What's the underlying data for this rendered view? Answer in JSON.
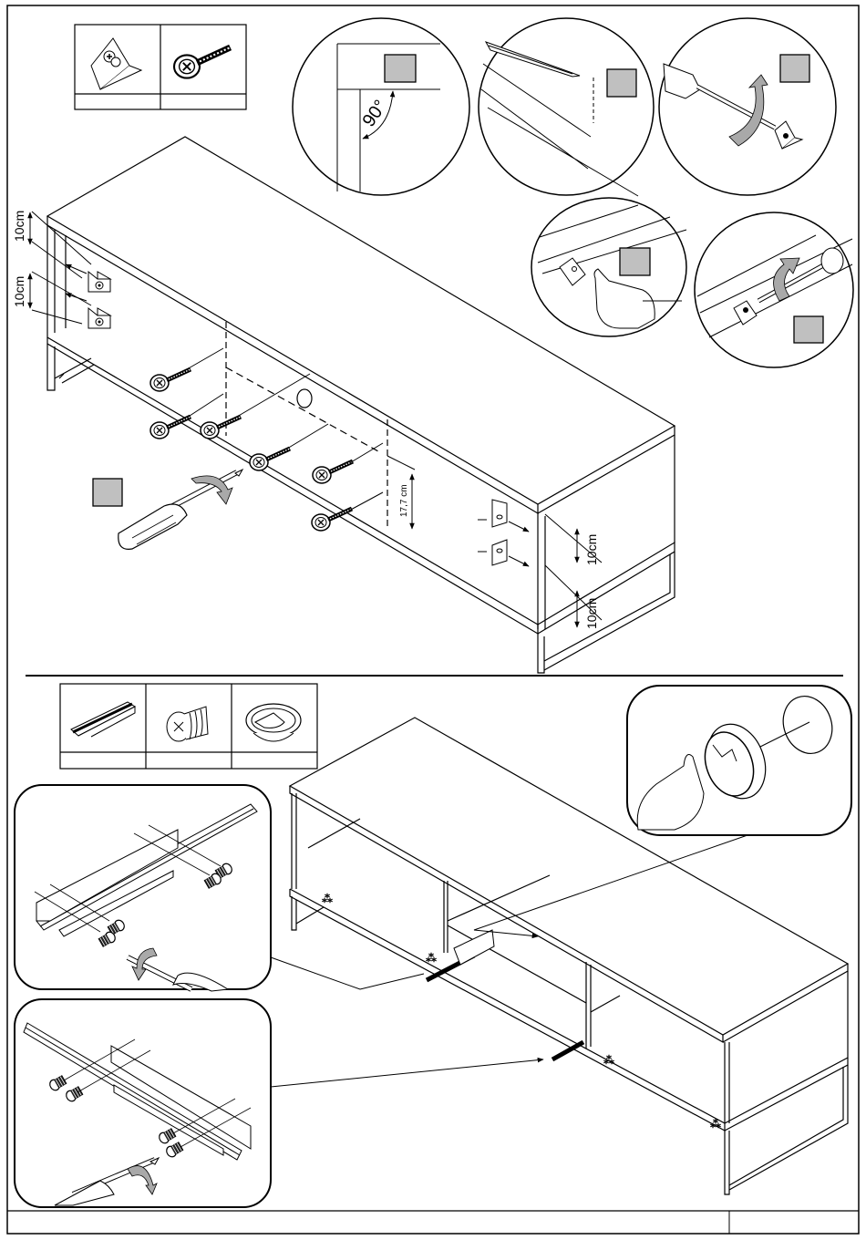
{
  "page": {
    "type": "assembly-instructions",
    "theme": {
      "line": "#000000",
      "step_marker_fill": "#c0c0c0",
      "arrow_fill": "#a9a9a9",
      "paper": "#ffffff"
    }
  },
  "step1": {
    "parts_table": {
      "parts": [
        {
          "icon": "corner-bracket-icon",
          "quantity": ""
        },
        {
          "icon": "wood-screw-icon",
          "quantity": ""
        }
      ]
    },
    "details": [
      {
        "name": "square-check",
        "label": "90°"
      },
      {
        "name": "mark-line",
        "label": ""
      },
      {
        "name": "screw-bracket",
        "label": ""
      },
      {
        "name": "press-bracket",
        "label": ""
      },
      {
        "name": "tighten-bracket",
        "label": ""
      }
    ],
    "dimensions": {
      "left_top": "10cm",
      "left_bottom": "10cm",
      "shelf_height": "17,7 cm",
      "right_top": "10cm",
      "right_bottom": "10cm"
    }
  },
  "step2": {
    "parts_table": {
      "parts": [
        {
          "icon": "drawer-runner-icon",
          "quantity": ""
        },
        {
          "icon": "euro-screw-icon",
          "quantity": ""
        },
        {
          "icon": "cable-grommet-icon",
          "quantity": ""
        }
      ]
    },
    "insets": [
      {
        "name": "runner-left",
        "label": ""
      },
      {
        "name": "runner-right",
        "label": ""
      },
      {
        "name": "grommet",
        "label": ""
      }
    ]
  },
  "footer": {
    "left_text": "",
    "page_number": ""
  }
}
